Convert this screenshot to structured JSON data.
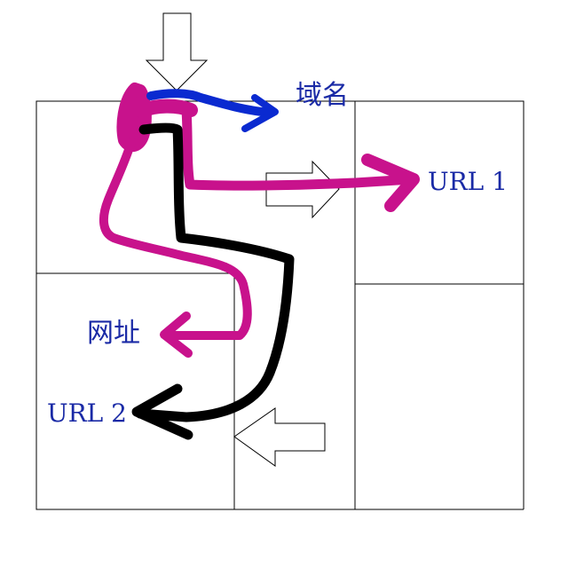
{
  "labels": {
    "domain_cn": "域名",
    "url1": "URL 1",
    "address_cn": "网址",
    "url2": "URL 2"
  },
  "colors": {
    "label_text": "#1a2aa6",
    "blue_stroke": "#0a2ad0",
    "magenta_stroke": "#c8128c",
    "black_stroke": "#000000",
    "outline": "#000000",
    "background": "#ffffff"
  }
}
